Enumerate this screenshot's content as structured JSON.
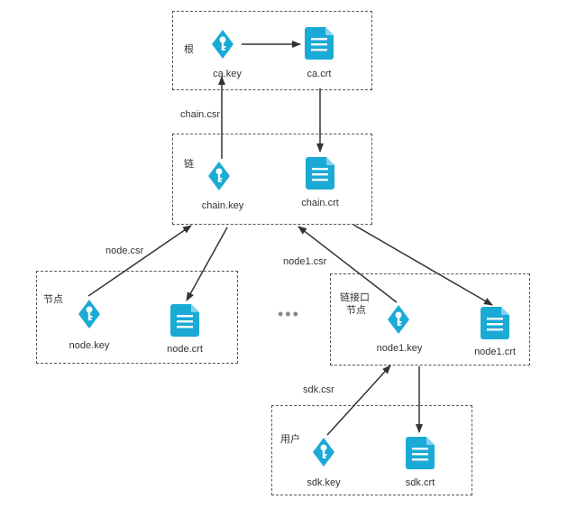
{
  "colors": {
    "accent": "#1AAAD6",
    "line": "#333333",
    "border": "#555555"
  },
  "groups": {
    "root": {
      "label": "根"
    },
    "chain": {
      "label": "链"
    },
    "node": {
      "label": "节点"
    },
    "sdk_node": {
      "label_line1": "链接口",
      "label_line2": "节点"
    },
    "user": {
      "label": "用户"
    }
  },
  "files": {
    "ca_key": "ca.key",
    "ca_crt": "ca.crt",
    "chain_key": "chain.key",
    "chain_crt": "chain.crt",
    "node_key": "node.key",
    "node_crt": "node.crt",
    "node1_key": "node1.key",
    "node1_crt": "node1.crt",
    "sdk_key": "sdk.key",
    "sdk_crt": "sdk.crt"
  },
  "edges": {
    "chain_csr": "chain.csr",
    "node_csr": "node.csr",
    "node1_csr": "node1.csr",
    "sdk_csr": "sdk.csr"
  },
  "ellipsis": "•••",
  "icons": {
    "key": "key-icon",
    "certificate": "certificate-icon"
  }
}
